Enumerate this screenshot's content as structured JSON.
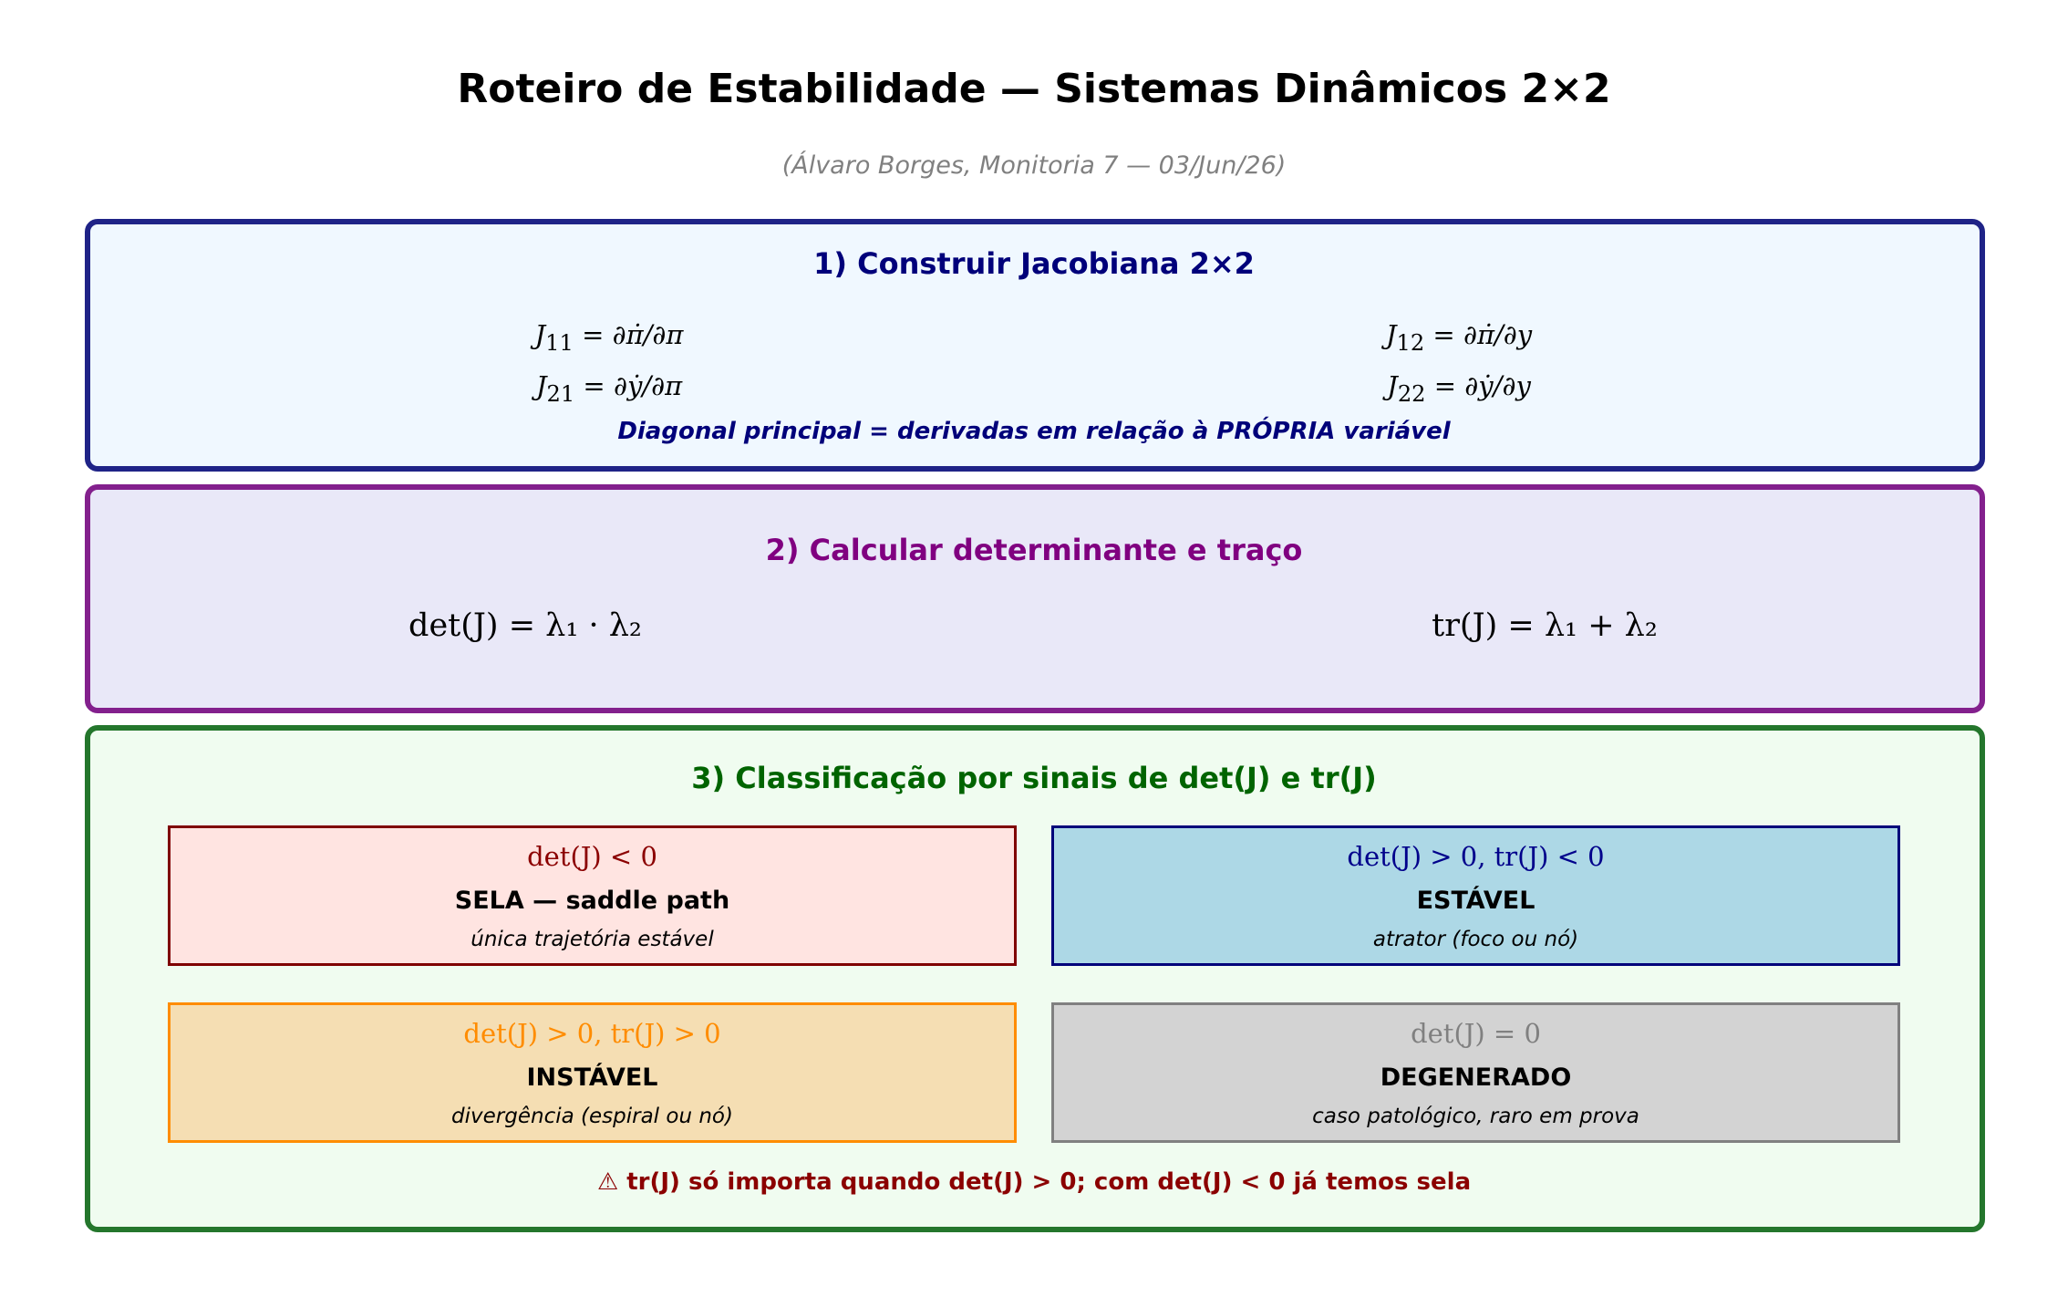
{
  "title": "Roteiro de Estabilidade — Sistemas Dinâmicos 2×2",
  "subtitle": "(Álvaro Borges, Monitoria 7 — 03/Jun/26)",
  "panel1": {
    "title": "1) Construir Jacobiana 2×2",
    "j11": {
      "lhs": "J",
      "sub": "11",
      "rhs": " = ∂π̇/∂π"
    },
    "j12": {
      "lhs": "J",
      "sub": "12",
      "rhs": " = ∂π̇/∂y"
    },
    "j21": {
      "lhs": "J",
      "sub": "21",
      "rhs": " = ∂ẏ/∂π"
    },
    "j22": {
      "lhs": "J",
      "sub": "22",
      "rhs": " = ∂ẏ/∂y"
    },
    "note": "Diagonal principal = derivadas em relação à PRÓPRIA variável"
  },
  "panel2": {
    "title": "2) Calcular determinante e traço",
    "det": "det(J) = λ₁ · λ₂",
    "tr": "tr(J) = λ₁ + λ₂"
  },
  "panel3": {
    "title": "3) Classificação por sinais de det(J) e tr(J)",
    "sela": {
      "cond": "det(J) < 0",
      "name": "SELA — saddle path",
      "desc": "única trajetória estável",
      "color": "#8b0000"
    },
    "estavel": {
      "cond": "det(J) > 0,  tr(J) < 0",
      "name": "ESTÁVEL",
      "desc": "atrator (foco ou nó)",
      "color": "#00008b"
    },
    "instavel": {
      "cond": "det(J) > 0,  tr(J) > 0",
      "name": "INSTÁVEL",
      "desc": "divergência (espiral ou nó)",
      "color": "#ff8c00"
    },
    "degenerado": {
      "cond": "det(J) = 0",
      "name": "DEGENERADO",
      "desc": "caso patológico, raro em prova",
      "color": "#808080"
    },
    "warning": "⚠ tr(J) só importa quando det(J) > 0; com det(J) < 0 já temos sela"
  }
}
